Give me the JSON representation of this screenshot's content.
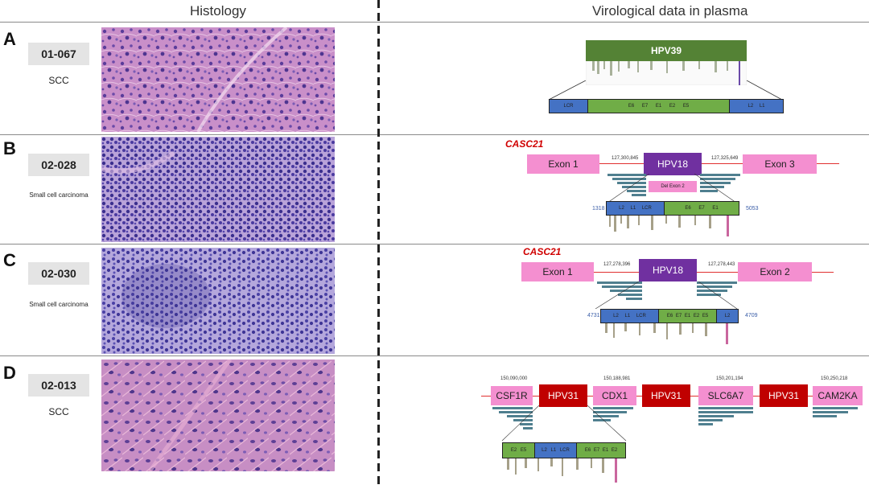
{
  "headers": {
    "left": "Histology",
    "right": "Virological data in plasma"
  },
  "colors": {
    "hpv_green": "#548235",
    "pink": "#f48fd0",
    "purple": "#7030a0",
    "red": "#c00000",
    "green": "#70ad47",
    "blue": "#4472c4"
  },
  "rows": [
    {
      "letter": "A",
      "id": "01-067",
      "diagnosis": "SCC",
      "diagram": {
        "virus": "HPV39",
        "genome": [
          "LCR",
          "E6 E7 E1 E2 E5",
          "L2 L1"
        ]
      }
    },
    {
      "letter": "B",
      "id": "02-028",
      "diagnosis": "Small cell carcinoma",
      "diagram": {
        "gene": "CASC21",
        "exons": [
          "Exon 1",
          "Exon 3"
        ],
        "virus": "HPV18",
        "deletion": "Del Exon 2",
        "coord_left": "127,300,845",
        "coord_right": "127,325,649",
        "break_left": "1318",
        "break_right": "5053",
        "genome": [
          "L2 L1 LCR",
          "E6 E7 E1"
        ]
      }
    },
    {
      "letter": "C",
      "id": "02-030",
      "diagnosis": "Small cell carcinoma",
      "diagram": {
        "gene": "CASC21",
        "exons": [
          "Exon 1",
          "Exon 2"
        ],
        "virus": "HPV18",
        "coord_left": "127,278,396",
        "coord_right": "127,278,443",
        "break_left": "4731",
        "break_right": "4709",
        "genome": [
          "L2 L1 LCR",
          "E6 E7 E1 E2 E5",
          "L2"
        ]
      }
    },
    {
      "letter": "D",
      "id": "02-013",
      "diagnosis": "SCC",
      "diagram": {
        "genes": [
          "CSF1R",
          "CDX1",
          "SLC6A7",
          "CAM2KA"
        ],
        "virus": "HPV31",
        "coords": [
          "150,090,000",
          "150,188,981",
          "150,201,194",
          "150,250,218"
        ],
        "genome": [
          "E2 E5",
          "L2 L1 LCR",
          "E6 E7 E1 E2"
        ]
      }
    }
  ]
}
